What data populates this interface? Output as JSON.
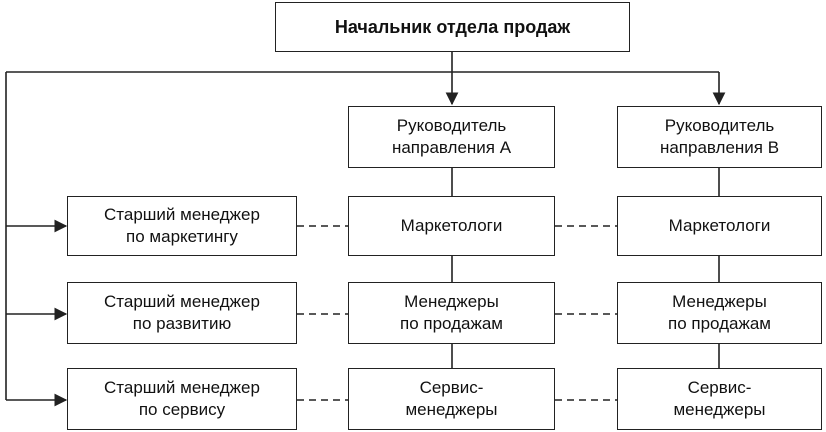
{
  "diagram": {
    "head": "Начальник отдела продаж",
    "director_a": "Руководитель\nнаправления А",
    "director_b": "Руководитель\nнаправления В",
    "senior_marketing": "Старший менеджер\nпо маркетингу",
    "senior_development": "Старший  менеджер\nпо развитию",
    "senior_service": "Старший  менеджер\nпо сервису",
    "a_marketers": "Маркетологи",
    "a_sales": "Менеджеры\nпо продажам",
    "a_service": "Сервис-\nменеджеры",
    "b_marketers": "Маркетологи",
    "b_sales": "Менеджеры\nпо продажам",
    "b_service": "Сервис-\nменеджеры"
  },
  "colors": {
    "line": "#222222",
    "box_border": "#222222",
    "background": "#ffffff"
  }
}
